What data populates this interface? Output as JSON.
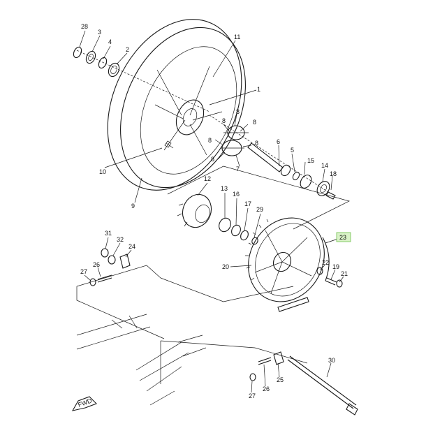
{
  "highlight_color": "#d9f2c7",
  "callouts": {
    "n1": "1",
    "n2": "2",
    "n3": "3",
    "n4": "4",
    "n5": "5",
    "n6": "6",
    "n8a": "8",
    "n8b": "8",
    "n8c": "8",
    "n8d": "8",
    "n8e": "8",
    "n8f": "8",
    "n9": "9",
    "n10": "10",
    "n11": "11",
    "n12": "12",
    "n13": "13",
    "n14": "14",
    "n15": "15",
    "n16": "16",
    "n17": "17",
    "n18": "18",
    "n19": "19",
    "n20": "20",
    "n21": "21",
    "n22": "22",
    "n23": "23",
    "n24": "24",
    "n25": "25",
    "n26a": "26",
    "n26b": "26",
    "n27a": "27",
    "n27b": "27",
    "n28": "28",
    "n29": "29",
    "n30": "30",
    "n31": "31",
    "n32": "32",
    "n7": "7"
  },
  "fwd_label": "FWD"
}
